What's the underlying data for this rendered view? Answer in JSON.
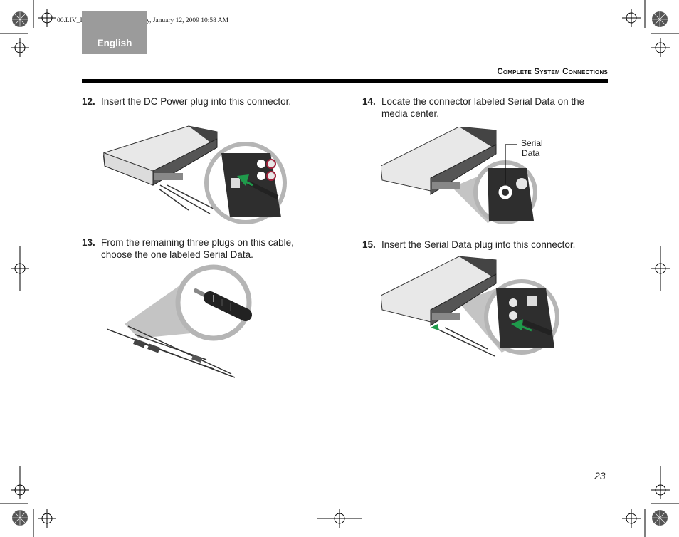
{
  "print_info": "00.LIV_IG.book  Page 23  Monday, January 12, 2009  10:58 AM",
  "language_tab": "English",
  "header_title": "Complete System Connections",
  "steps": [
    {
      "number": "12.",
      "line1": "Insert the DC Power plug into this connector.",
      "line2": ""
    },
    {
      "number": "13.",
      "line1": "From the remaining three plugs on this cable,",
      "line2": "choose the one labeled Serial Data."
    },
    {
      "number": "14.",
      "line1": "Locate the connector labeled Serial Data on the",
      "line2": "media center."
    },
    {
      "number": "15.",
      "line1": "Insert the Serial Data plug into this connector.",
      "line2": ""
    }
  ],
  "callout": {
    "line1": "Serial",
    "line2": "Data"
  },
  "page_number": "23",
  "colors": {
    "tab": "#9b9b9b",
    "rule": "#000000",
    "arrow": "#1f9a4b"
  }
}
